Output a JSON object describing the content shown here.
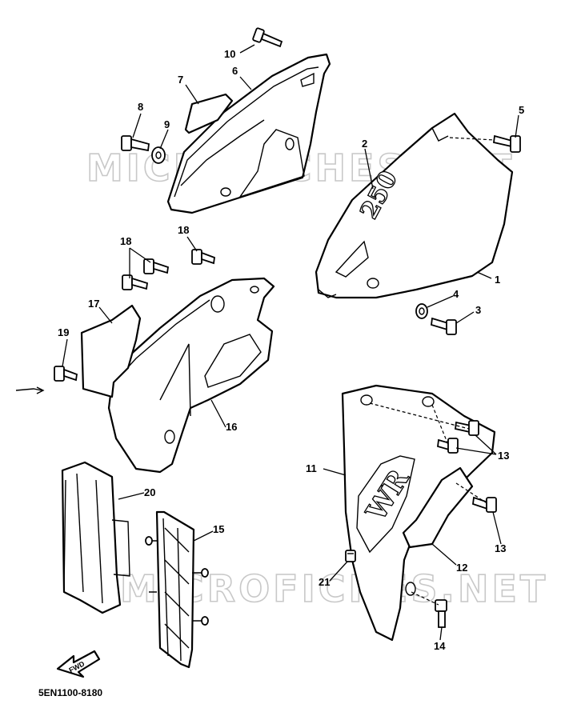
{
  "diagram": {
    "watermark": "MICROFICHES.NET",
    "part_code": "5EN1100-8180",
    "fwd_label": "FWD",
    "emblem_250": "250",
    "emblem_wr": "WR",
    "callouts": {
      "c1": "1",
      "c2": "2",
      "c3": "3",
      "c4": "4",
      "c5": "5",
      "c6": "6",
      "c7": "7",
      "c8": "8",
      "c9": "9",
      "c10": "10",
      "c11": "11",
      "c12": "12",
      "c13a": "13",
      "c13b": "13",
      "c14": "14",
      "c15": "15",
      "c16": "16",
      "c17": "17",
      "c18a": "18",
      "c18b": "18",
      "c19": "19",
      "c20": "20",
      "c21": "21"
    }
  }
}
